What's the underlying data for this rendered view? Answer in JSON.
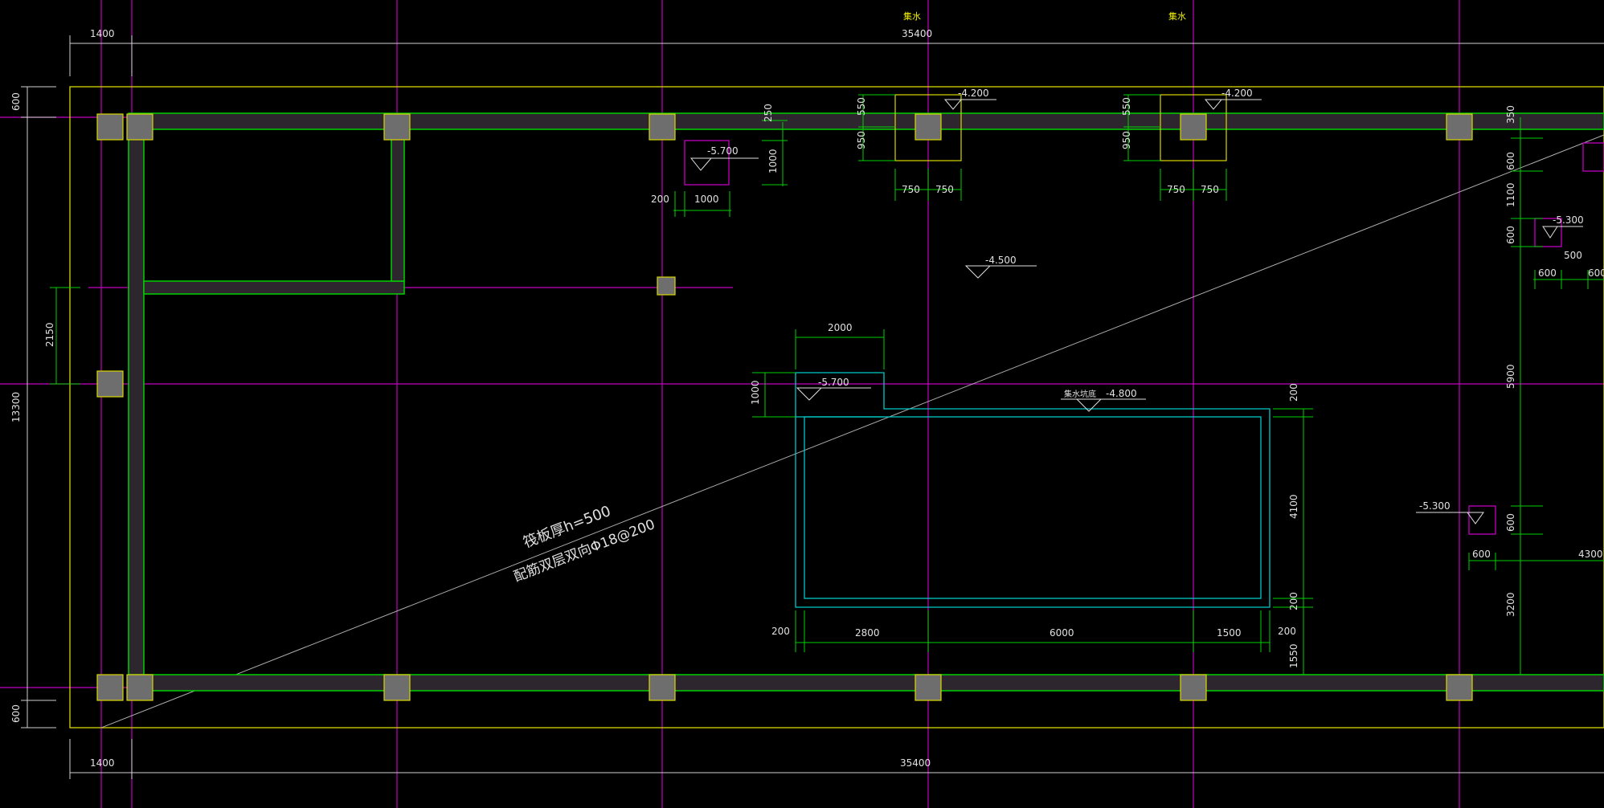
{
  "drawing": {
    "colors": {
      "background": "#000000",
      "axis": "#c000c0",
      "wall": "#00c000",
      "boundary": "#d8d800",
      "dimension": "#00d000",
      "pit": "#00c8c8",
      "column": "#6e6e6e",
      "sump": "#c000c0",
      "text": "#e0e0e0",
      "label_yellow": "#f0f000",
      "diagonal": "#b0b0b0"
    },
    "top_labels": [
      "集水",
      "集水"
    ],
    "dims": {
      "top_left": "1400",
      "top_total": "35400",
      "bottom_left": "1400",
      "bottom_total": "35400",
      "left_top": "600",
      "left_total": "13300",
      "left_bottom": "600",
      "left_2150": "2150",
      "sump1_w": "1000",
      "sump1_h": "1000",
      "sump1_off": "200",
      "sump1_top": "250",
      "pc1_550": "550",
      "pc1_950": "950",
      "pc1_w1": "750",
      "pc1_w2": "750",
      "pc2_550": "550",
      "pc2_950": "950",
      "pc2_w1": "750",
      "pc2_w2": "750",
      "pit_small_w": "2000",
      "pit_small_h": "1000",
      "pit_w1": "2800",
      "pit_w2": "6000",
      "pit_w3": "1500",
      "pit_l": "200",
      "pit_r": "200",
      "pit_v_top": "200",
      "pit_v_mid": "4100",
      "pit_v_bot": "200",
      "pit_v_1550": "1550",
      "r_350": "350",
      "r_600a": "600",
      "r_1100": "1100",
      "r_600b": "600",
      "r_5900": "5900",
      "r_600c": "600",
      "r_3200": "3200",
      "r_500": "500",
      "r_600h1": "600",
      "r_600h2": "600",
      "r_600h3": "600",
      "r_4300": "4300"
    },
    "elevations": {
      "e1": "-5.700",
      "e2": "-4.200",
      "e3": "-4.200",
      "e4": "-4.500",
      "e5": "-5.700",
      "e6": "-4.800",
      "e6_prefix": "集水坑底",
      "e7": "-5.300",
      "e8": "-5.300"
    },
    "note": {
      "line1": "筏板厚h=500",
      "line2": "配筋双层双向Φ18@200"
    }
  }
}
